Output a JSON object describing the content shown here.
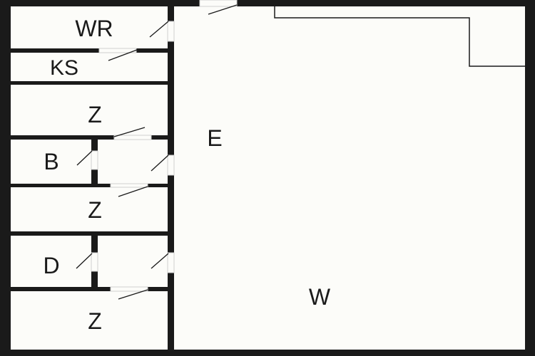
{
  "plan": {
    "colors": {
      "wall": "#1a1a1a",
      "floor": "#fcfcf9"
    },
    "rooms": [
      {
        "key": "wr",
        "label": "WR"
      },
      {
        "key": "ks",
        "label": "KS"
      },
      {
        "key": "z1",
        "label": "Z"
      },
      {
        "key": "b",
        "label": "B"
      },
      {
        "key": "z2",
        "label": "Z"
      },
      {
        "key": "d",
        "label": "D"
      },
      {
        "key": "z3",
        "label": "Z"
      },
      {
        "key": "e",
        "label": "E"
      },
      {
        "key": "w",
        "label": "W"
      }
    ]
  }
}
